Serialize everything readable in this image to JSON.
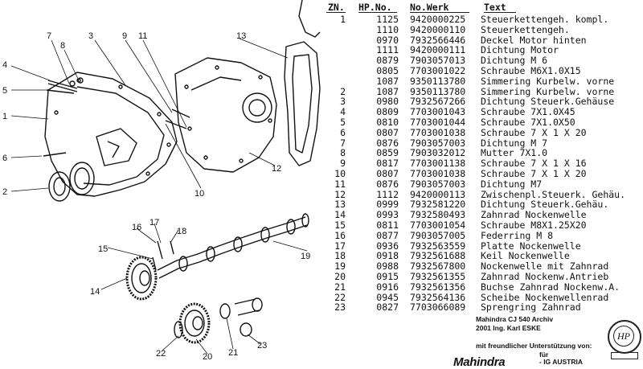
{
  "table": {
    "headers": {
      "zn": "ZN.",
      "hp": "HP.No.",
      "werk": "No.Werk",
      "text": "Text"
    },
    "rows": [
      {
        "zn": "1",
        "hp": "1125",
        "werk": "9420000225",
        "text": "Steuerkettengeh. kompl."
      },
      {
        "zn": "",
        "hp": "1110",
        "werk": "9420000110",
        "text": "Steuerkettengeh."
      },
      {
        "zn": "",
        "hp": "0970",
        "werk": "7932566446",
        "text": "Deckel Motor hinten"
      },
      {
        "zn": "",
        "hp": "1111",
        "werk": "9420000111",
        "text": "Dichtung Motor"
      },
      {
        "zn": "",
        "hp": "0879",
        "werk": "7903057013",
        "text": "Dichtung M 6"
      },
      {
        "zn": "",
        "hp": "0805",
        "werk": "7703001022",
        "text": "Schraube M6X1.0X15"
      },
      {
        "zn": "",
        "hp": "1087",
        "werk": "9350113780",
        "text": "Simmering Kurbelw. vorne"
      },
      {
        "zn": "2",
        "hp": "1087",
        "werk": "9350113780",
        "text": "Simmering Kurbelw. vorne"
      },
      {
        "zn": "3",
        "hp": "0980",
        "werk": "7932567266",
        "text": "Dichtung Steuerk.Gehäuse"
      },
      {
        "zn": "4",
        "hp": "0809",
        "werk": "7703001043",
        "text": "Schraube 7X1.0X45"
      },
      {
        "zn": "5",
        "hp": "0810",
        "werk": "7703001044",
        "text": "Schraube 7X1.0X50"
      },
      {
        "zn": "6",
        "hp": "0807",
        "werk": "7703001038",
        "text": "Schraube 7 X 1 X 20"
      },
      {
        "zn": "7",
        "hp": "0876",
        "werk": "7903057003",
        "text": "Dichtung M 7"
      },
      {
        "zn": "8",
        "hp": "0859",
        "werk": "7903032012",
        "text": "Mutter 7X1.0"
      },
      {
        "zn": "9",
        "hp": "0817",
        "werk": "7703001138",
        "text": "Schraube 7 X 1 X 16"
      },
      {
        "zn": "10",
        "hp": "0807",
        "werk": "7703001038",
        "text": "Schraube 7 X 1 X 20"
      },
      {
        "zn": "11",
        "hp": "0876",
        "werk": "7903057003",
        "text": "Dichtung M7"
      },
      {
        "zn": "12",
        "hp": "1112",
        "werk": "9420000113",
        "text": "Zwischenpl.Steuerk. Gehäu."
      },
      {
        "zn": "13",
        "hp": "0999",
        "werk": "7932581220",
        "text": "Dichtung Steuerk.Gehäu."
      },
      {
        "zn": "14",
        "hp": "0993",
        "werk": "7932580493",
        "text": "Zahnrad Nockenwelle"
      },
      {
        "zn": "15",
        "hp": "0811",
        "werk": "7703001054",
        "text": "Schraube M8X1.25X20"
      },
      {
        "zn": "16",
        "hp": "0877",
        "werk": "7903057005",
        "text": "Federring M 8"
      },
      {
        "zn": "17",
        "hp": "0936",
        "werk": "7932563559",
        "text": "Platte Nockenwelle"
      },
      {
        "zn": "18",
        "hp": "0918",
        "werk": "7932561688",
        "text": "Keil Nockenwelle"
      },
      {
        "zn": "19",
        "hp": "0988",
        "werk": "7932567800",
        "text": "Nockenwelle mit Zahnrad"
      },
      {
        "zn": "20",
        "hp": "0915",
        "werk": "7932561355",
        "text": "Zahnrad Nockenw.Antrieb"
      },
      {
        "zn": "21",
        "hp": "0916",
        "werk": "7932561356",
        "text": "Buchse Zahnrad Nockenw.A."
      },
      {
        "zn": "22",
        "hp": "0945",
        "werk": "7932564136",
        "text": "Scheibe Nockenwellenrad"
      },
      {
        "zn": "23",
        "hp": "0827",
        "werk": "7703066089",
        "text": "Sprengring Zahnrad"
      }
    ]
  },
  "diagram": {
    "callouts": [
      "1",
      "2",
      "3",
      "4",
      "5",
      "6",
      "7",
      "8",
      "9",
      "10",
      "11",
      "12",
      "13",
      "14",
      "15",
      "16",
      "17",
      "18",
      "19",
      "20",
      "21",
      "22",
      "23"
    ]
  },
  "footer": {
    "archive": "Mahindra CJ 540 Archiv",
    "copyright": "2001 Ing. Karl ESKE",
    "support": "mit freundlicher Unterstützung von:",
    "fuer": "für",
    "brand": "Mahindra",
    "ig": "- IG AUSTRIA",
    "seal_initials": "HP"
  }
}
